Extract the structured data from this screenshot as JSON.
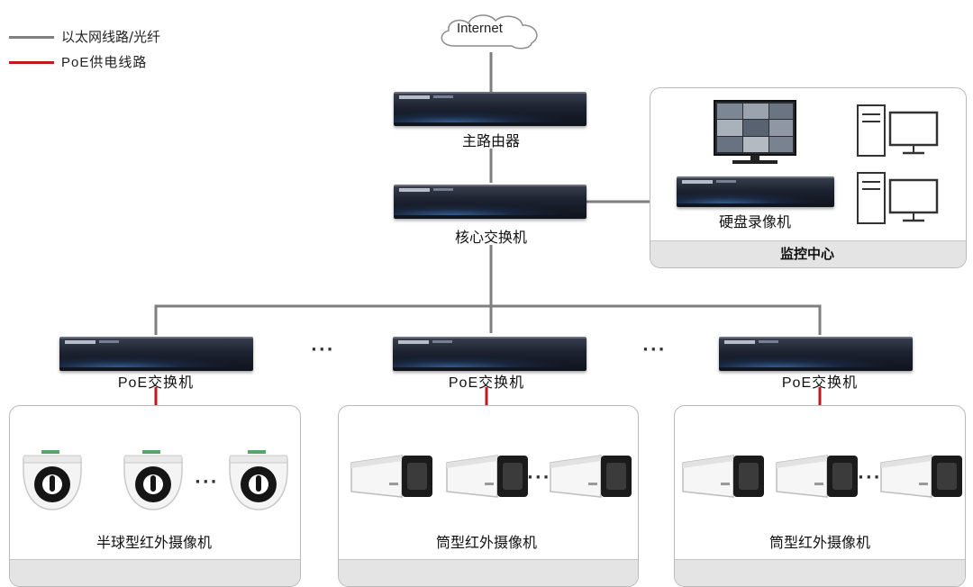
{
  "legend": {
    "items": [
      {
        "label": "以太网线路/光纤",
        "color": "#7f7f7f"
      },
      {
        "label": "PoE供电线路",
        "color": "#c0181e"
      }
    ]
  },
  "nodes": {
    "internet": "Internet",
    "router": "主路由器",
    "core_switch": "核心交换机",
    "nvr": "硬盘录像机",
    "monitor_center": "监控中心",
    "poe_switch_1": "PoE交换机",
    "poe_switch_2": "PoE交换机",
    "poe_switch_3": "PoE交换机"
  },
  "ellipsis": "···",
  "groups": [
    {
      "camera_label": "半球型红外摄像机",
      "camera_type": "dome-camera"
    },
    {
      "camera_label": "筒型红外摄像机",
      "camera_type": "bullet-camera"
    },
    {
      "camera_label": "筒型红外摄像机",
      "camera_type": "bullet-camera"
    }
  ],
  "colors": {
    "ethernet": "#7f7f7f",
    "poe": "#c0181e",
    "panel_border": "#b9b9b9",
    "panel_footer": "#e4e4e4",
    "device_dark": "#1c2230"
  }
}
